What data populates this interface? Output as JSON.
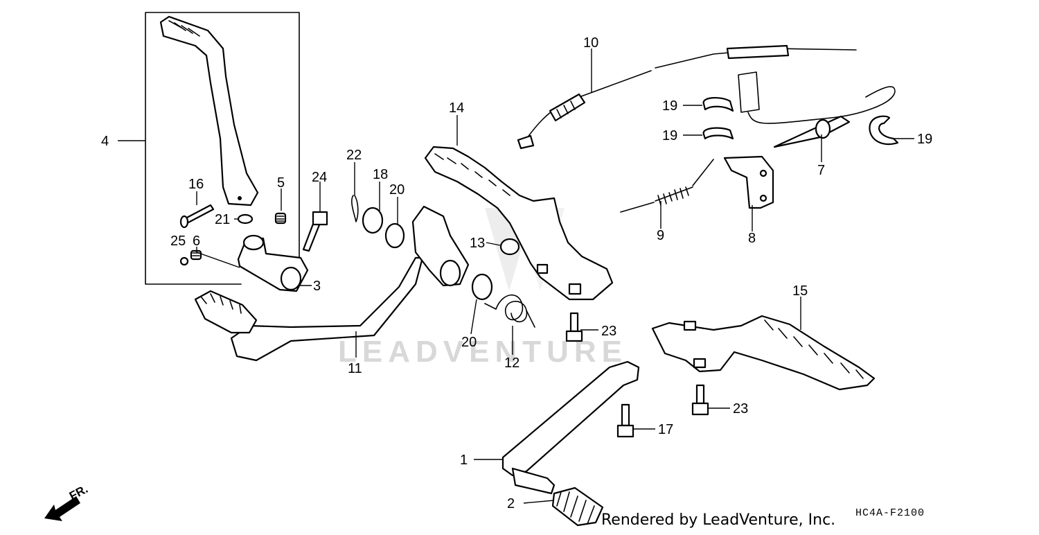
{
  "diagram": {
    "code": "HC4A-F2100",
    "credit": "Rendered by LeadVenture, Inc.",
    "watermark": "LEADVENTURE",
    "direction_label": "FR."
  },
  "callouts": [
    {
      "id": "c1",
      "label": "1"
    },
    {
      "id": "c2",
      "label": "2"
    },
    {
      "id": "c3",
      "label": "3"
    },
    {
      "id": "c4",
      "label": "4"
    },
    {
      "id": "c5",
      "label": "5"
    },
    {
      "id": "c6",
      "label": "6"
    },
    {
      "id": "c7",
      "label": "7"
    },
    {
      "id": "c8",
      "label": "8"
    },
    {
      "id": "c9",
      "label": "9"
    },
    {
      "id": "c10",
      "label": "10"
    },
    {
      "id": "c11",
      "label": "11"
    },
    {
      "id": "c12",
      "label": "12"
    },
    {
      "id": "c13",
      "label": "13"
    },
    {
      "id": "c14",
      "label": "14"
    },
    {
      "id": "c15",
      "label": "15"
    },
    {
      "id": "c16",
      "label": "16"
    },
    {
      "id": "c17",
      "label": "17"
    },
    {
      "id": "c18",
      "label": "18"
    },
    {
      "id": "c19a",
      "label": "19"
    },
    {
      "id": "c19b",
      "label": "19"
    },
    {
      "id": "c19c",
      "label": "19"
    },
    {
      "id": "c20a",
      "label": "20"
    },
    {
      "id": "c20b",
      "label": "20"
    },
    {
      "id": "c21",
      "label": "21"
    },
    {
      "id": "c22",
      "label": "22"
    },
    {
      "id": "c23a",
      "label": "23"
    },
    {
      "id": "c23b",
      "label": "23"
    },
    {
      "id": "c24",
      "label": "24"
    },
    {
      "id": "c25",
      "label": "25"
    }
  ]
}
